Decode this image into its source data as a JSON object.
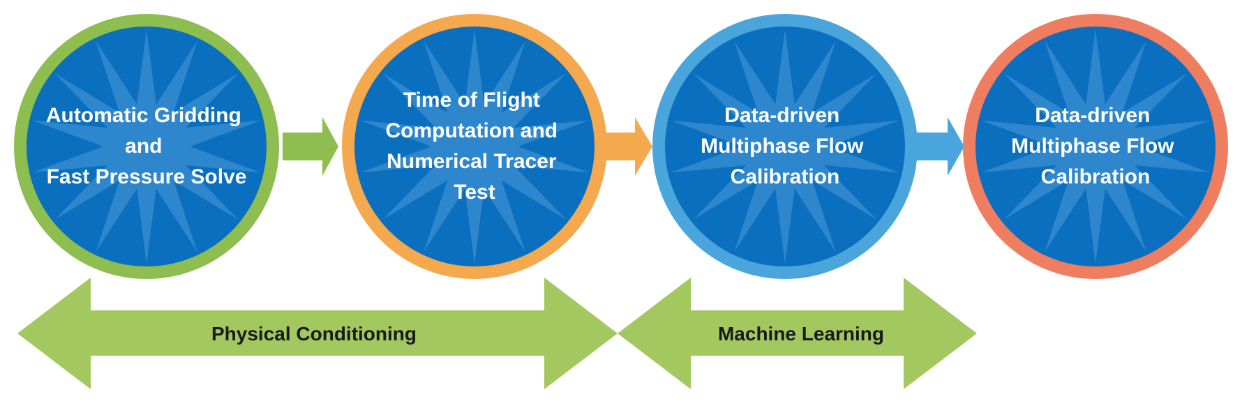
{
  "colors": {
    "circle_fill": "#0a6fbf",
    "starburst": "#4d9bd8",
    "green": "#8dbe4f",
    "orange": "#f5a94e",
    "light_blue": "#4aa5dc",
    "salmon": "#ef7d5f",
    "band_green": "#a3c85f",
    "label_white": "#ffffff",
    "label_dark": "#1a1a1a"
  },
  "stages": [
    {
      "ring_color": "#8dbe4f",
      "lines": [
        "Automatic Gridding",
        "and",
        "Fast Pressure Solve"
      ]
    },
    {
      "ring_color": "#f5a94e",
      "lines": [
        "Time of Flight",
        "Computation and",
        "Numerical Tracer",
        "Test"
      ]
    },
    {
      "ring_color": "#4aa5dc",
      "lines": [
        "Data-driven",
        "Multiphase Flow",
        "Calibration"
      ]
    },
    {
      "ring_color": "#ef7d5f",
      "lines": [
        "Data-driven",
        "Multiphase Flow",
        "Calibration"
      ]
    }
  ],
  "connectors": [
    {
      "color": "#8dbe4f"
    },
    {
      "color": "#f5a94e"
    },
    {
      "color": "#4aa5dc"
    }
  ],
  "bands": [
    {
      "label": "Physical Conditioning",
      "color": "#a3c85f"
    },
    {
      "label": "Machine Learning",
      "color": "#a3c85f"
    }
  ]
}
